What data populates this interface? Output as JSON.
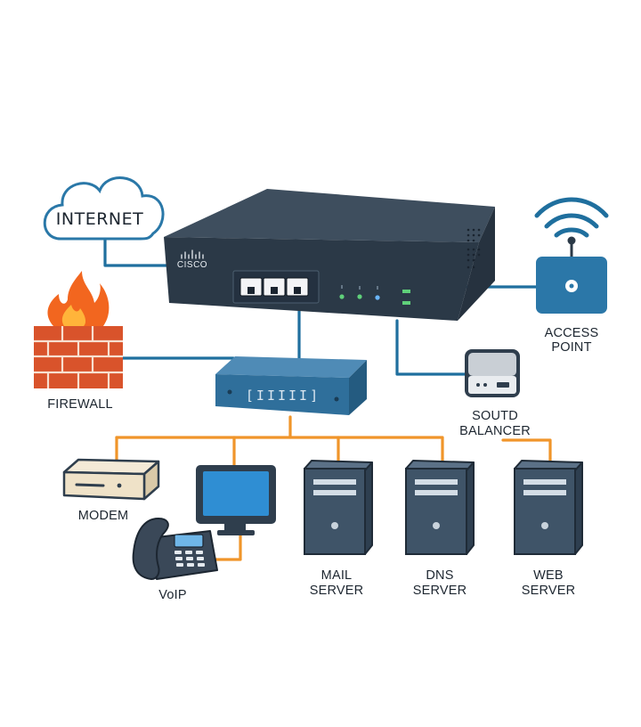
{
  "labels": {
    "internet": "INTERNET",
    "brand": "CISCO",
    "access_point_1": "ACCESS",
    "access_point_2": "POINT",
    "firewall": "FIREWALL",
    "load_balancer_1": "SOUTD",
    "load_balancer_2": "BALANCER",
    "modem": "MODEM",
    "voip": "VoIP",
    "mail_1": "MAIL",
    "mail_2": "SERVER",
    "dns_1": "DNS",
    "dns_2": "SERVER",
    "web_1": "WEB",
    "web_2": "SERVER"
  },
  "switch_port_glyphs": "[IIIII]",
  "colors": {
    "blue_link": "#1f6f9e",
    "orange_link": "#f0952a",
    "device_dark": "#2f3e4d",
    "device_front": "#263443",
    "switch_blue": "#2f6f9b",
    "server_blue": "#3f5468",
    "flame": "#f2661f",
    "brick": "#d9532b",
    "cloud_stroke": "#2a78a8",
    "led_green": "#5fd07a",
    "led_blue": "#6ab6ff"
  }
}
